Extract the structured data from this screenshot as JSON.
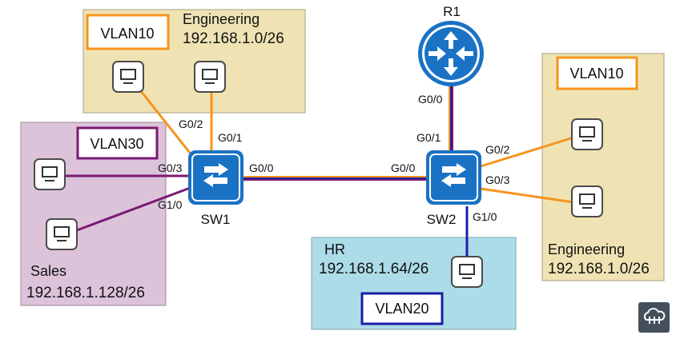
{
  "colors": {
    "vlan10": "#f7941d",
    "vlan20": "#1b1fa8",
    "vlan30": "#7a1a73",
    "engineering_bg": "#efe3b4",
    "sales_bg": "#dcc3da",
    "hr_bg": "#acdce8",
    "device_blue": "#1a72c4",
    "router_blue": "#1a72c4"
  },
  "router": {
    "name": "R1",
    "port": "G0/0"
  },
  "sw1": {
    "name": "SW1",
    "ports": {
      "g0_2": "G0/2",
      "g0_1": "G0/1",
      "g0_3": "G0/3",
      "g1_0": "G1/0",
      "g0_0": "G0/0"
    }
  },
  "sw2": {
    "name": "SW2",
    "ports": {
      "g0_0": "G0/0",
      "g0_1": "G0/1",
      "g0_2": "G0/2",
      "g0_3": "G0/3",
      "g1_0": "G1/0"
    }
  },
  "zones": {
    "eng_left": {
      "vlan": "VLAN10",
      "name": "Engineering",
      "subnet": "192.168.1.0/26"
    },
    "sales": {
      "vlan": "VLAN30",
      "name": "Sales",
      "subnet": "192.168.1.128/26"
    },
    "hr": {
      "vlan": "VLAN20",
      "name": "HR",
      "subnet": "192.168.1.64/26"
    },
    "eng_right": {
      "vlan": "VLAN10",
      "name": "Engineering",
      "subnet": "192.168.1.0/26"
    }
  },
  "icons": {
    "pc": "pc-icon",
    "switch": "switch-icon",
    "router": "router-icon",
    "logo": "cloud-network-logo-icon"
  }
}
